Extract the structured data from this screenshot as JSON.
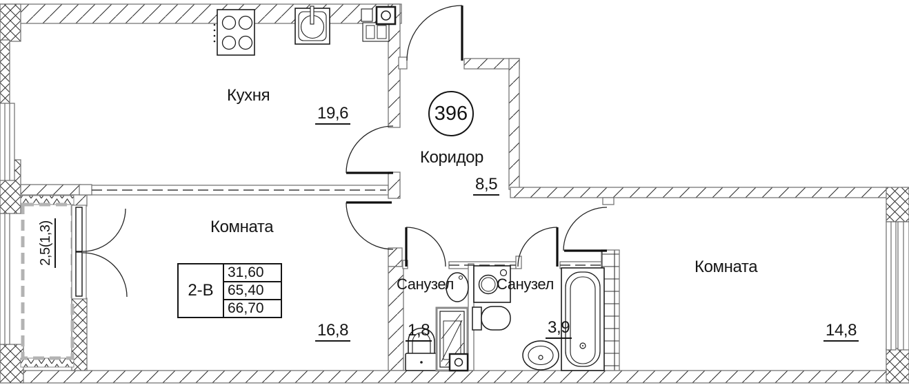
{
  "floor_plan": {
    "apartment_number": "396",
    "table": {
      "unit_type": "2-В",
      "values": [
        "31,60",
        "65,40",
        "66,70"
      ]
    },
    "rooms": {
      "kitchen": {
        "label": "Кухня",
        "area": "19,6"
      },
      "corridor": {
        "label": "Коридор",
        "area": "8,5"
      },
      "room_left": {
        "label": "Комната",
        "area": "16,8"
      },
      "room_right": {
        "label": "Комната",
        "area": "14,8"
      },
      "bathroom_small": {
        "label": "Санузел",
        "area": "1,8"
      },
      "bathroom_large": {
        "label": "Санузел",
        "area": "3,9"
      },
      "balcony": {
        "area": "2,5(1,3)"
      }
    },
    "fixtures": [
      "stove-icon",
      "kitchen-sink-icon",
      "appliance-icon",
      "vent-duct-icon",
      "washing-machine-icon",
      "toilet-side-icon",
      "toilet-front-icon",
      "washbasin-icon",
      "corner-basin-icon",
      "bathtub-icon",
      "shaft-icon",
      "duct-box-icon"
    ],
    "colors": {
      "line": "#1c1c1c",
      "wall_edge": "#767676",
      "balcony_glazing": "#b3b3b3",
      "background": "#ffffff"
    }
  }
}
